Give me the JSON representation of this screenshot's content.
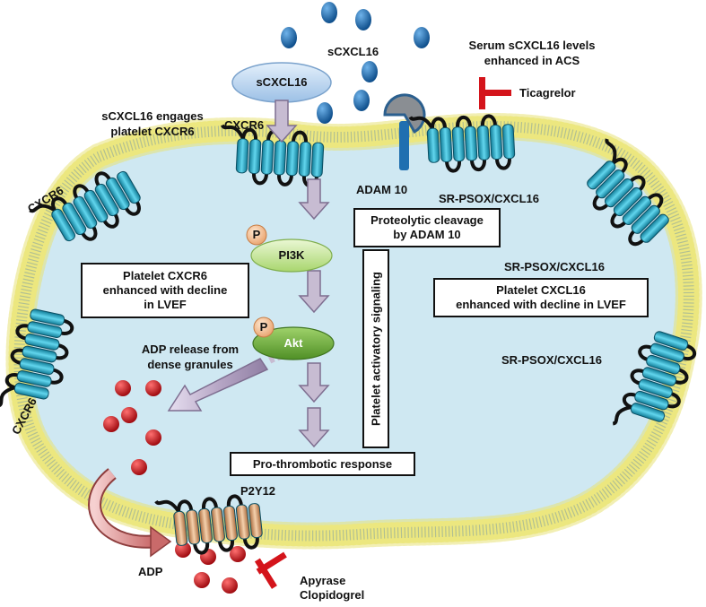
{
  "labels": {
    "sCXCL16_top": "sCXCL16",
    "sCXCL16_oval": "sCXCL16",
    "serum_line1": "Serum sCXCL16 levels",
    "serum_line2": "enhanced in ACS",
    "ticagrelor": "Ticagrelor",
    "engages_line1": "sCXCL16 engages",
    "engages_line2": "platelet CXCR6",
    "cxcr6_top": "CXCR6",
    "cxcr6_left": "CXCR6",
    "cxcr6_lower_left": "CXCR6",
    "adam10": "ADAM 10",
    "srpsox_top": "SR-PSOX/CXCL16",
    "srpsox_mid": "SR-PSOX/CXCL16",
    "srpsox_right": "SR-PSOX/CXCL16",
    "p1": "P",
    "p2": "P",
    "pi3k": "PI3K",
    "akt": "Akt",
    "adp_release_line1": "ADP release from",
    "adp_release_line2": "dense granules",
    "p2y12": "P2Y12",
    "adp": "ADP",
    "apyrase": "Apyrase",
    "clopidogrel": "Clopidogrel"
  },
  "boxes": {
    "proteolytic": "Proteolytic cleavage\nby ADAM 10",
    "platelet_cxcr6": "Platelet CXCR6\nenhanced with decline\nin LVEF",
    "platelet_cxcl16": "Platelet CXCL16\nenhanced with decline in LVEF",
    "prothrombotic": "Pro-thrombotic response",
    "activatory": "Platelet activatory signaling"
  },
  "colors": {
    "cytoplasm": "#cfe8f2",
    "membrane_head": "#f2ee8a",
    "membrane_tail": "#5a88b8",
    "receptor": "#2aa9c4",
    "p2y12": "#d9a273",
    "molecule": "#1f6fb0",
    "adp_dot": "#d4141b",
    "inhibitor": "#d4141b",
    "pi3k_fill": "#c8e89a",
    "akt_fill": "#6aa83a",
    "scxcl16_fill": "#b9d3ec",
    "arrow": "#b9a9c3"
  }
}
